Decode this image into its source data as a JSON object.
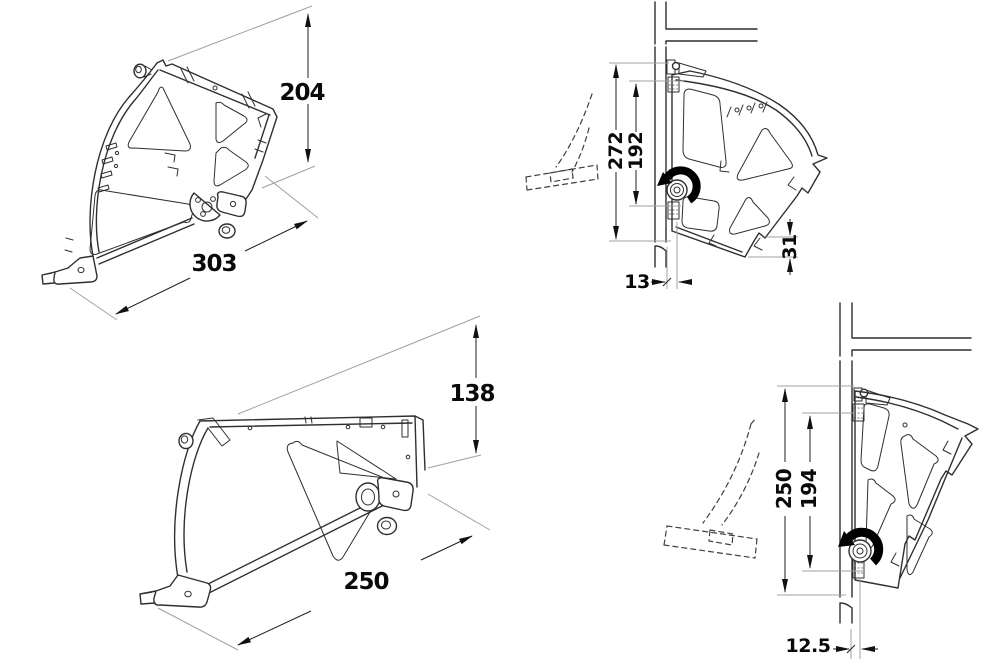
{
  "dimensions": {
    "large_bracket_iso": {
      "height": "204",
      "length": "303"
    },
    "large_bracket_installed": {
      "overall_height": "272",
      "mounting_spacing": "192",
      "front_offset": "13",
      "bottom_clearance": "31"
    },
    "small_bracket_iso": {
      "height": "138",
      "length": "250"
    },
    "small_bracket_installed": {
      "overall_height": "250",
      "mounting_spacing": "194",
      "front_offset": "12.5"
    }
  },
  "icons": {
    "rotation_arrow": "curved-arrow-counterclockwise",
    "pivot": "pivot-axis-bearing"
  },
  "colors": {
    "drawing_line": "#2f2f2f",
    "dimension_line": "#1f1f1f",
    "extension_line": "#a0a0a0",
    "rotation_arrow": "#000000",
    "background": "#ffffff"
  }
}
